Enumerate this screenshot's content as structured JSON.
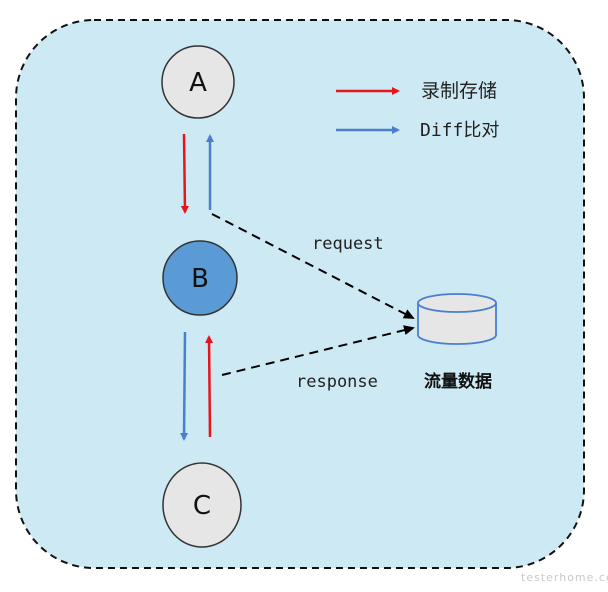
{
  "diagram": {
    "nodes": {
      "a": {
        "label": "A",
        "fill": "#e6e6e6"
      },
      "b": {
        "label": "B",
        "fill": "#5b9bd5"
      },
      "c": {
        "label": "C",
        "fill": "#e6e6e6"
      }
    },
    "legend": {
      "record_label": "录制存储",
      "record_color": "#e8141b",
      "diff_label": "Diff比对",
      "diff_color": "#4a7fd0"
    },
    "edges": {
      "request_label": "request",
      "response_label": "response"
    },
    "storage": {
      "label": "流量数据",
      "icon": "database-icon"
    },
    "background_color": "#cde9f3",
    "watermark": "testerhome.com"
  }
}
